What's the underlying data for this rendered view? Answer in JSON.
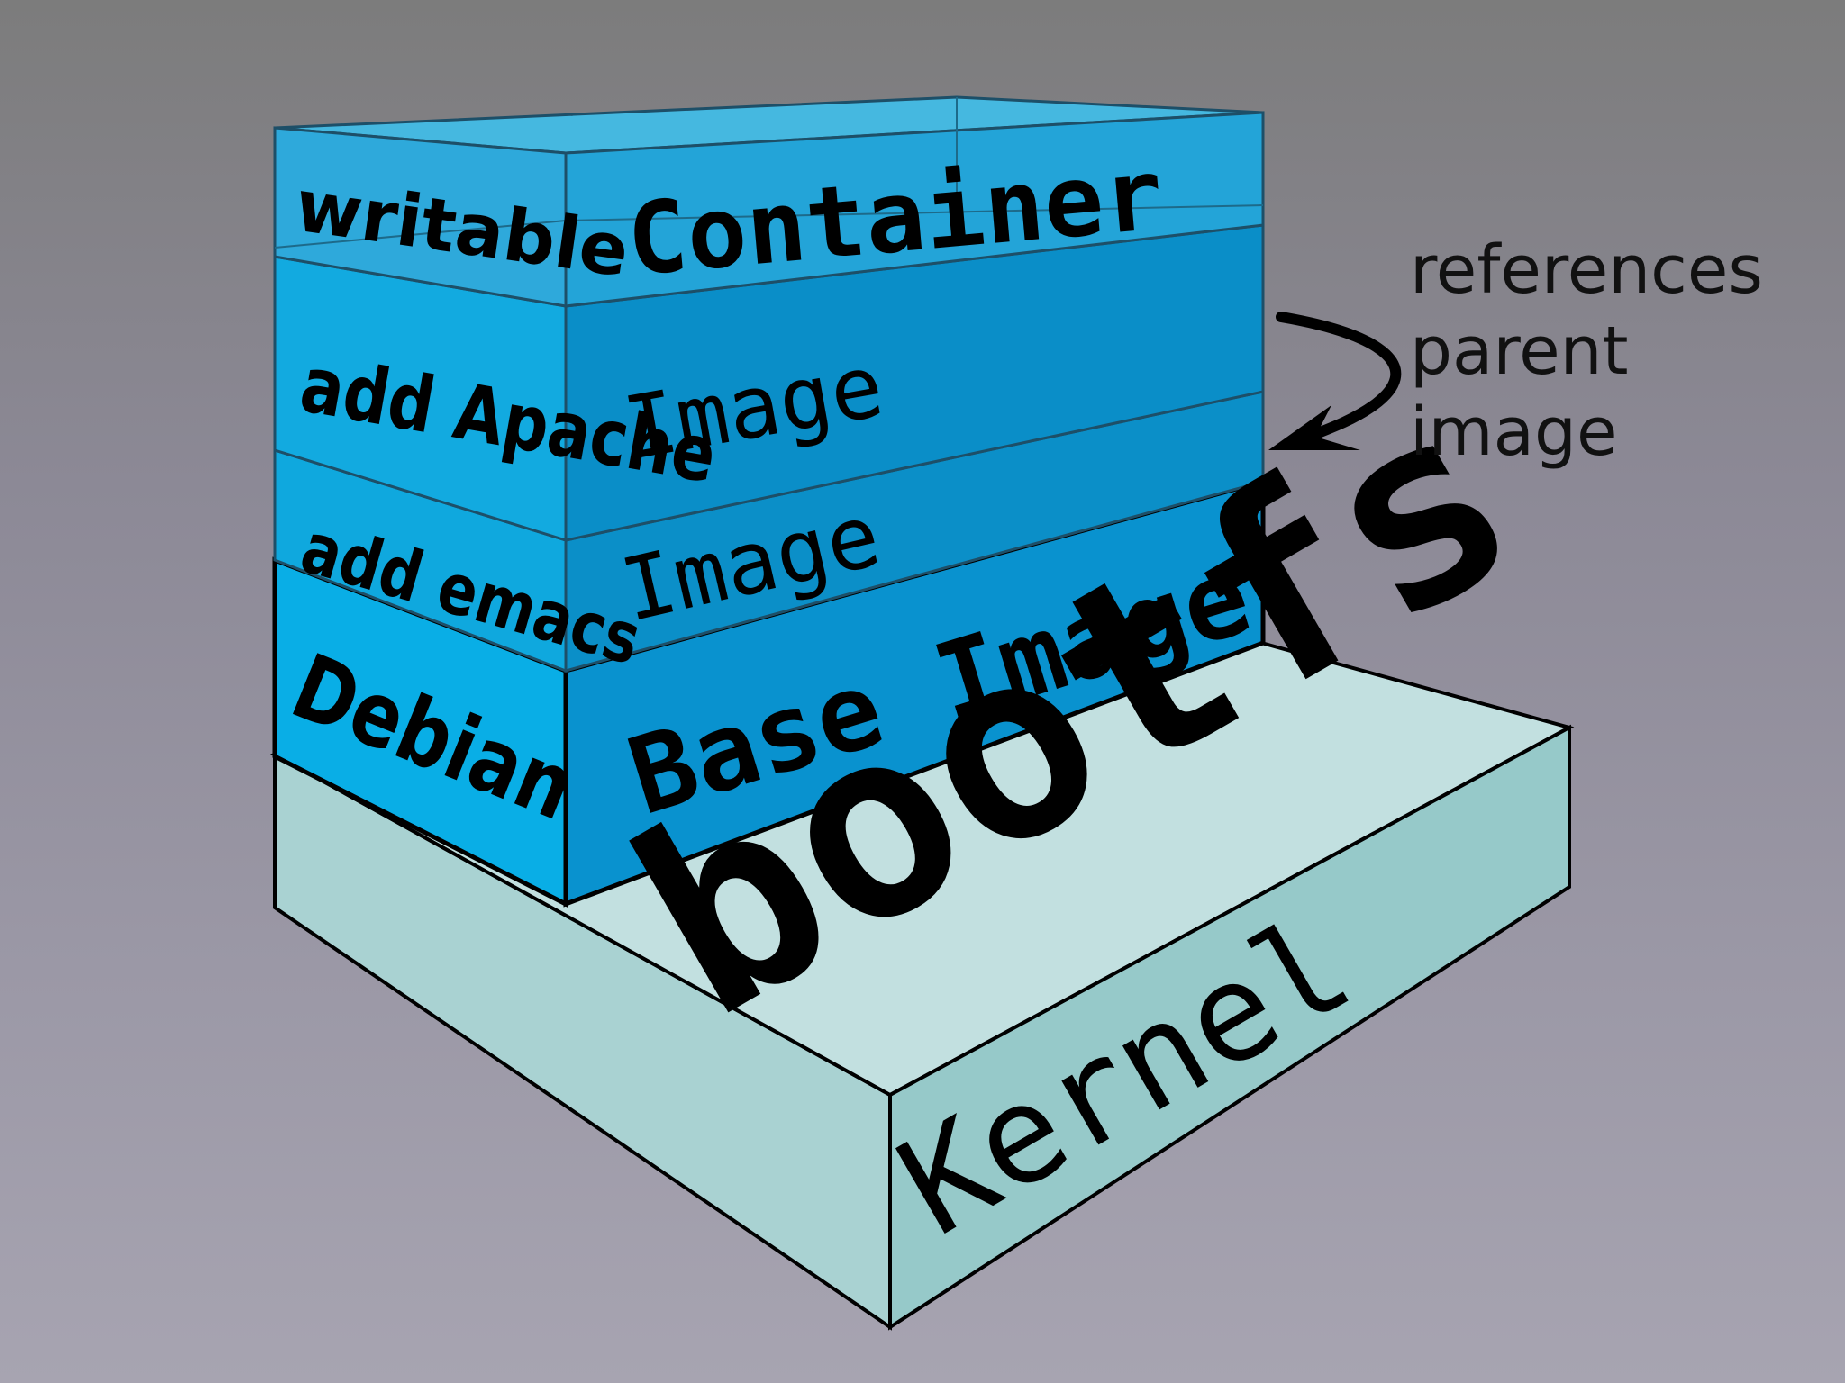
{
  "layers": {
    "container": {
      "side_label": "writable",
      "front_label": "Container"
    },
    "apache": {
      "side_label": "add Apache",
      "front_label": "Image"
    },
    "emacs": {
      "side_label": "add emacs",
      "front_label": "Image"
    },
    "debian": {
      "side_label": "Debian",
      "front_label": "Base Image"
    },
    "bootfs": {
      "top_label": "bootfs"
    },
    "kernel": {
      "front_label": "Kernel"
    }
  },
  "annotation": {
    "line1": "references",
    "line2": "parent",
    "line3": "image"
  },
  "colors": {
    "container": "#2aa6d8",
    "image": "#0a8fc7",
    "side_light": "#10a8de",
    "bootfs": "#b8dcdc",
    "kernel": "#9ccccc",
    "background_top": "#7c7c7c",
    "background_bottom": "#a7a4b1"
  }
}
